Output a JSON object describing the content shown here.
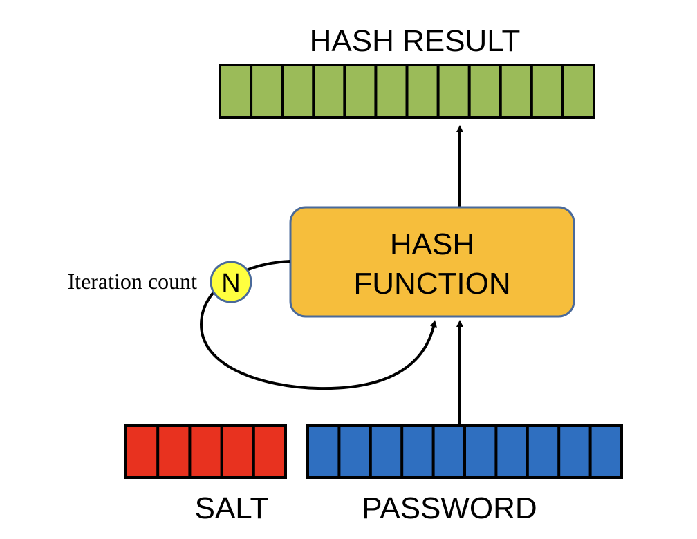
{
  "hash_result": {
    "label": "HASH RESULT",
    "cells": 12,
    "color": "#9bbb59"
  },
  "hash_function": {
    "line1": "HASH",
    "line2": "FUNCTION",
    "fill": "#f6be3c",
    "border": "#4a6a9a"
  },
  "iteration": {
    "label": "Iteration count",
    "symbol": "N",
    "fill": "#ffff3f",
    "border": "#4a6a9a"
  },
  "salt": {
    "label": "SALT",
    "cells": 5,
    "color": "#e8321f"
  },
  "password": {
    "label": "PASSWORD",
    "cells": 10,
    "color": "#2f6fc0"
  }
}
